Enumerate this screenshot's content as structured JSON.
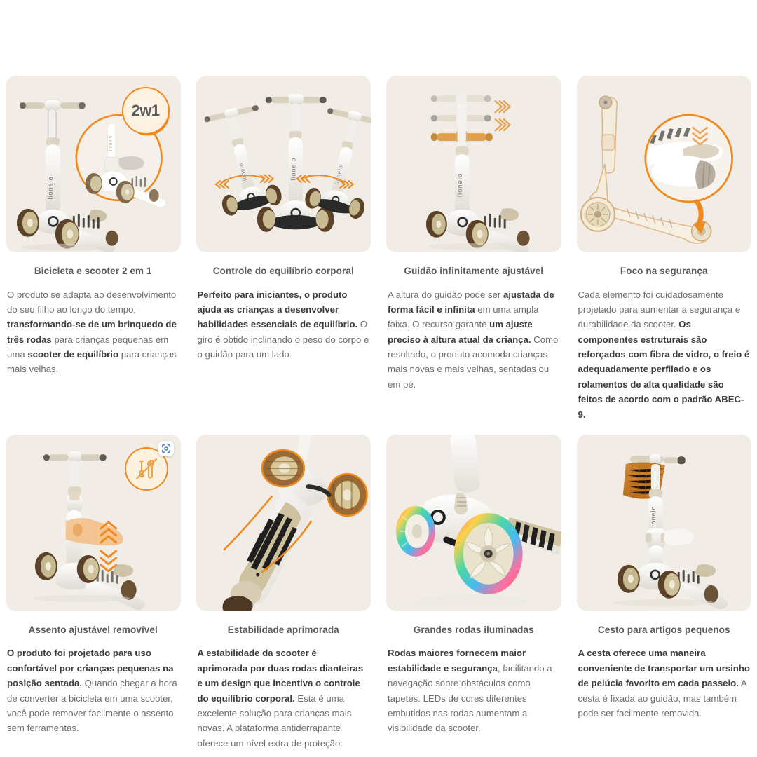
{
  "page": {
    "background_color": "#ffffff",
    "tile_background_color": "#f1ede6",
    "accent_color": "#f08a1e",
    "title_color": "#5b5b5b",
    "body_color": "#6d6d6d",
    "brand_text": "lionelo"
  },
  "features": [
    {
      "id": "bicicleta-e-scooter-2-em-1",
      "title": "Bicicleta e scooter 2 em 1",
      "badge": "2w1",
      "image_name": "scooter-with-2in1-badge-image",
      "body": [
        {
          "text": "O produto se adapta ao desenvolvimento do seu filho ao longo do tempo, ",
          "bold": false
        },
        {
          "text": "transformando-se de um brinquedo de três rodas",
          "bold": true
        },
        {
          "text": " para crianças pequenas em uma ",
          "bold": false
        },
        {
          "text": "scooter de equilíbrio",
          "bold": true
        },
        {
          "text": " para crianças mais velhas.",
          "bold": false
        }
      ]
    },
    {
      "id": "controle-do-equilibrio-corporal",
      "title": "Controle do equilíbrio corporal",
      "image_name": "three-leaning-scooters-image",
      "body": [
        {
          "text": "Perfeito para iniciantes, o produto ajuda as crianças a desenvolver habilidades essenciais de equilíbrio.",
          "bold": true
        },
        {
          "text": " O giro é obtido inclinando o peso do corpo e o guidão para um lado.",
          "bold": false
        }
      ]
    },
    {
      "id": "guidao-infinitamente-ajustavel",
      "title": "Guidão infinitamente ajustável",
      "image_name": "adjustable-handlebar-heights-image",
      "body": [
        {
          "text": "A altura do guidão pode ser ",
          "bold": false
        },
        {
          "text": "ajustada de forma fácil e infinita",
          "bold": true
        },
        {
          "text": " em uma ampla faixa. O recurso garante ",
          "bold": false
        },
        {
          "text": "um ajuste preciso à altura atual da criança.",
          "bold": true
        },
        {
          "text": " Como resultado, o produto acomoda crianças mais novas e mais velhas, sentadas ou em pé.",
          "bold": false
        }
      ]
    },
    {
      "id": "foco-na-seguranca",
      "title": "Foco na segurança",
      "image_name": "scooter-side-view-with-brake-magnifier-image",
      "body": [
        {
          "text": "Cada elemento foi cuidadosamente projetado para aumentar a segurança e durabilidade da scooter. ",
          "bold": false
        },
        {
          "text": "Os componentes estruturais são reforçados com fibra de vidro, o freio é adequadamente perfilado e os rolamentos de alta qualidade são feitos de acordo com o padrão ABEC-9.",
          "bold": true
        }
      ]
    },
    {
      "id": "assento-ajustavel-removivel",
      "title": "Assento ajustável removível",
      "image_name": "scooter-with-adjustable-seat-image",
      "badge_icon": "no-tools-icon",
      "scan_icon": "scan-focus-icon",
      "body": [
        {
          "text": "O produto foi projetado para uso confortável por crianças pequenas na posição sentada.",
          "bold": true
        },
        {
          "text": " Quando chegar a hora de converter a bicicleta em uma scooter, você pode remover facilmente o assento sem ferramentas.",
          "bold": false
        }
      ]
    },
    {
      "id": "estabilidade-aprimorada",
      "title": "Estabilidade aprimorada",
      "image_name": "scooter-deck-top-view-image",
      "body": [
        {
          "text": "A estabilidade da scooter é aprimorada por duas rodas dianteiras e um design que incentiva o controle do equilíbrio corporal.",
          "bold": true
        },
        {
          "text": " Esta é uma excelente solução para crianças mais novas. A plataforma antiderrapante oferece um nível extra de proteção.",
          "bold": false
        }
      ]
    },
    {
      "id": "grandes-rodas-iluminadas",
      "title": "Grandes rodas iluminadas",
      "image_name": "led-illuminated-wheels-image",
      "body": [
        {
          "text": "Rodas maiores fornecem maior estabilidade e segurança",
          "bold": true
        },
        {
          "text": ", facilitando a navegação sobre obstáculos como tapetes. LEDs de cores diferentes embutidos nas rodas aumentam a visibilidade da scooter.",
          "bold": false
        }
      ]
    },
    {
      "id": "cesto-para-artigos-pequenos",
      "title": "Cesto para artigos pequenos",
      "image_name": "scooter-with-wicker-basket-image",
      "body": [
        {
          "text": "A cesta oferece uma maneira conveniente de transportar um ursinho de pelúcia favorito em cada passeio.",
          "bold": true
        },
        {
          "text": " A cesta é fixada ao guidão, mas também pode ser facilmente removida.",
          "bold": false
        }
      ]
    }
  ]
}
